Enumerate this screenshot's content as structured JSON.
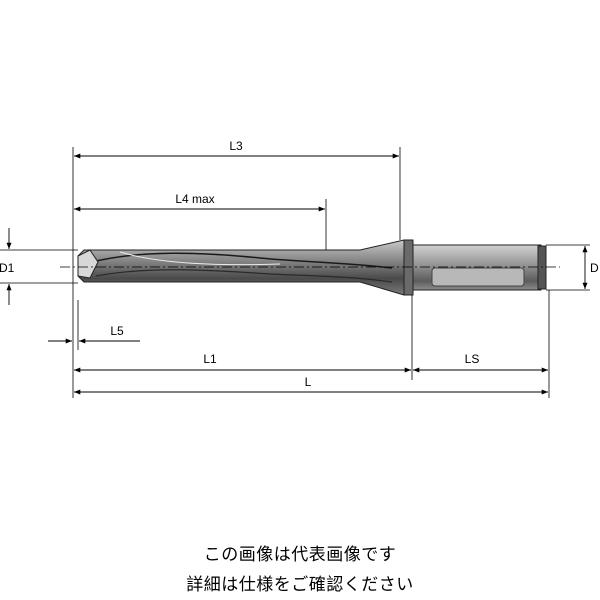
{
  "dimensions": {
    "L3": "L3",
    "L4": "L4 max",
    "D1": "D1",
    "D": "D",
    "L5": "L5",
    "L1": "L1",
    "LS": "LS",
    "L": "L"
  },
  "caption": {
    "line1": "この画像は代表画像です",
    "line2": "詳細は仕様をご確認ください"
  }
}
